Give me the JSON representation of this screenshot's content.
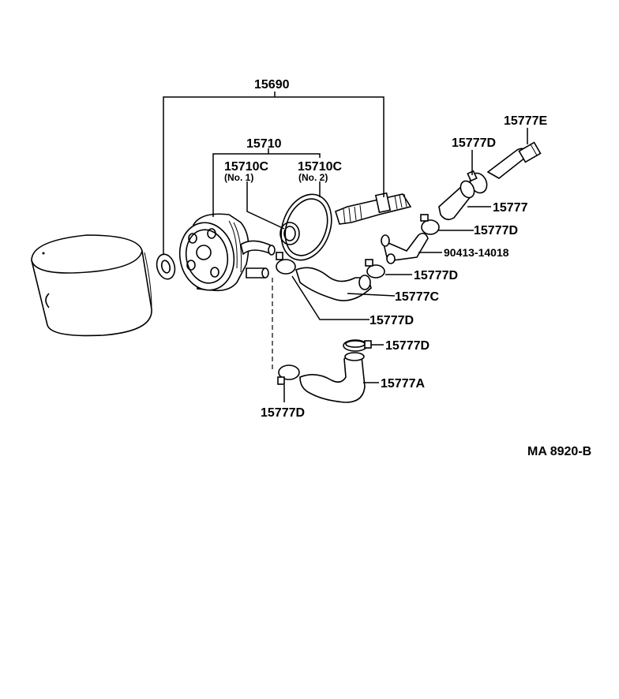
{
  "labels": {
    "oil_cooler_assembly": "15690",
    "cooler_sub_assembly": "15710",
    "gasket_no1_number": "15710C",
    "gasket_no1_sub": "(No. 1)",
    "gasket_no2_number": "15710C",
    "gasket_no2_sub": "(No. 2)",
    "union_fitting": "15777E",
    "clamp_upper_left": "15777D",
    "hose_upper": "15777",
    "clamp_upper_right": "15777D",
    "union_pipe": "90413-14018",
    "clamp_middle": "15777D",
    "hose_c": "15777C",
    "clamp_lower_leader": "15777D",
    "clamp_lower_top": "15777D",
    "hose_a": "15777A",
    "clamp_bottom": "15777D"
  },
  "reference_code": "MA 8920-B"
}
